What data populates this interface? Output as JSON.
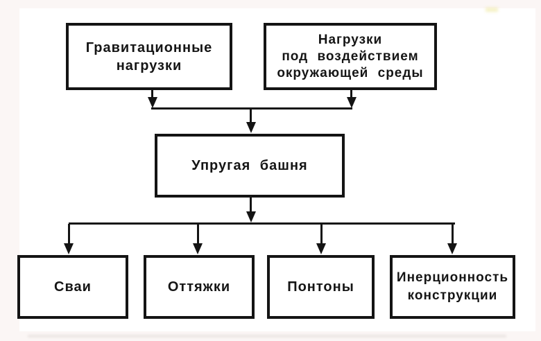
{
  "diagram": {
    "type": "flowchart",
    "language": "ru",
    "nodes": {
      "gravitational_loads": {
        "label": "Гравитационные нагрузки",
        "lines": [
          "Гравитационные",
          "нагрузки"
        ]
      },
      "environmental_loads": {
        "label": "Нагрузки под воздействием окружающей среды",
        "lines": [
          "Нагрузки",
          "под воздействием",
          "окружающей среды"
        ]
      },
      "elastic_tower": {
        "label": "Упругая башня",
        "lines": [
          "Упругая башня"
        ]
      },
      "piles": {
        "label": "Сваи",
        "lines": [
          "Сваи"
        ]
      },
      "guy_lines": {
        "label": "Оттяжки",
        "lines": [
          "Оттяжки"
        ]
      },
      "pontoons": {
        "label": "Понтоны",
        "lines": [
          "Понтоны"
        ]
      },
      "structural_inertia": {
        "label": "Инерционность конструкции",
        "lines": [
          "Инерционность",
          "конструкции"
        ]
      }
    },
    "edges": [
      {
        "from": "gravitational_loads",
        "to": "elastic_tower"
      },
      {
        "from": "environmental_loads",
        "to": "elastic_tower"
      },
      {
        "from": "elastic_tower",
        "to": "piles"
      },
      {
        "from": "elastic_tower",
        "to": "guy_lines"
      },
      {
        "from": "elastic_tower",
        "to": "pontoons"
      },
      {
        "from": "elastic_tower",
        "to": "structural_inertia"
      }
    ]
  },
  "colors": {
    "line": "#141414",
    "text": "#151515",
    "box_fill": "#ffffff",
    "page": "#ffffff",
    "page_edge": "#fbf6f5"
  }
}
